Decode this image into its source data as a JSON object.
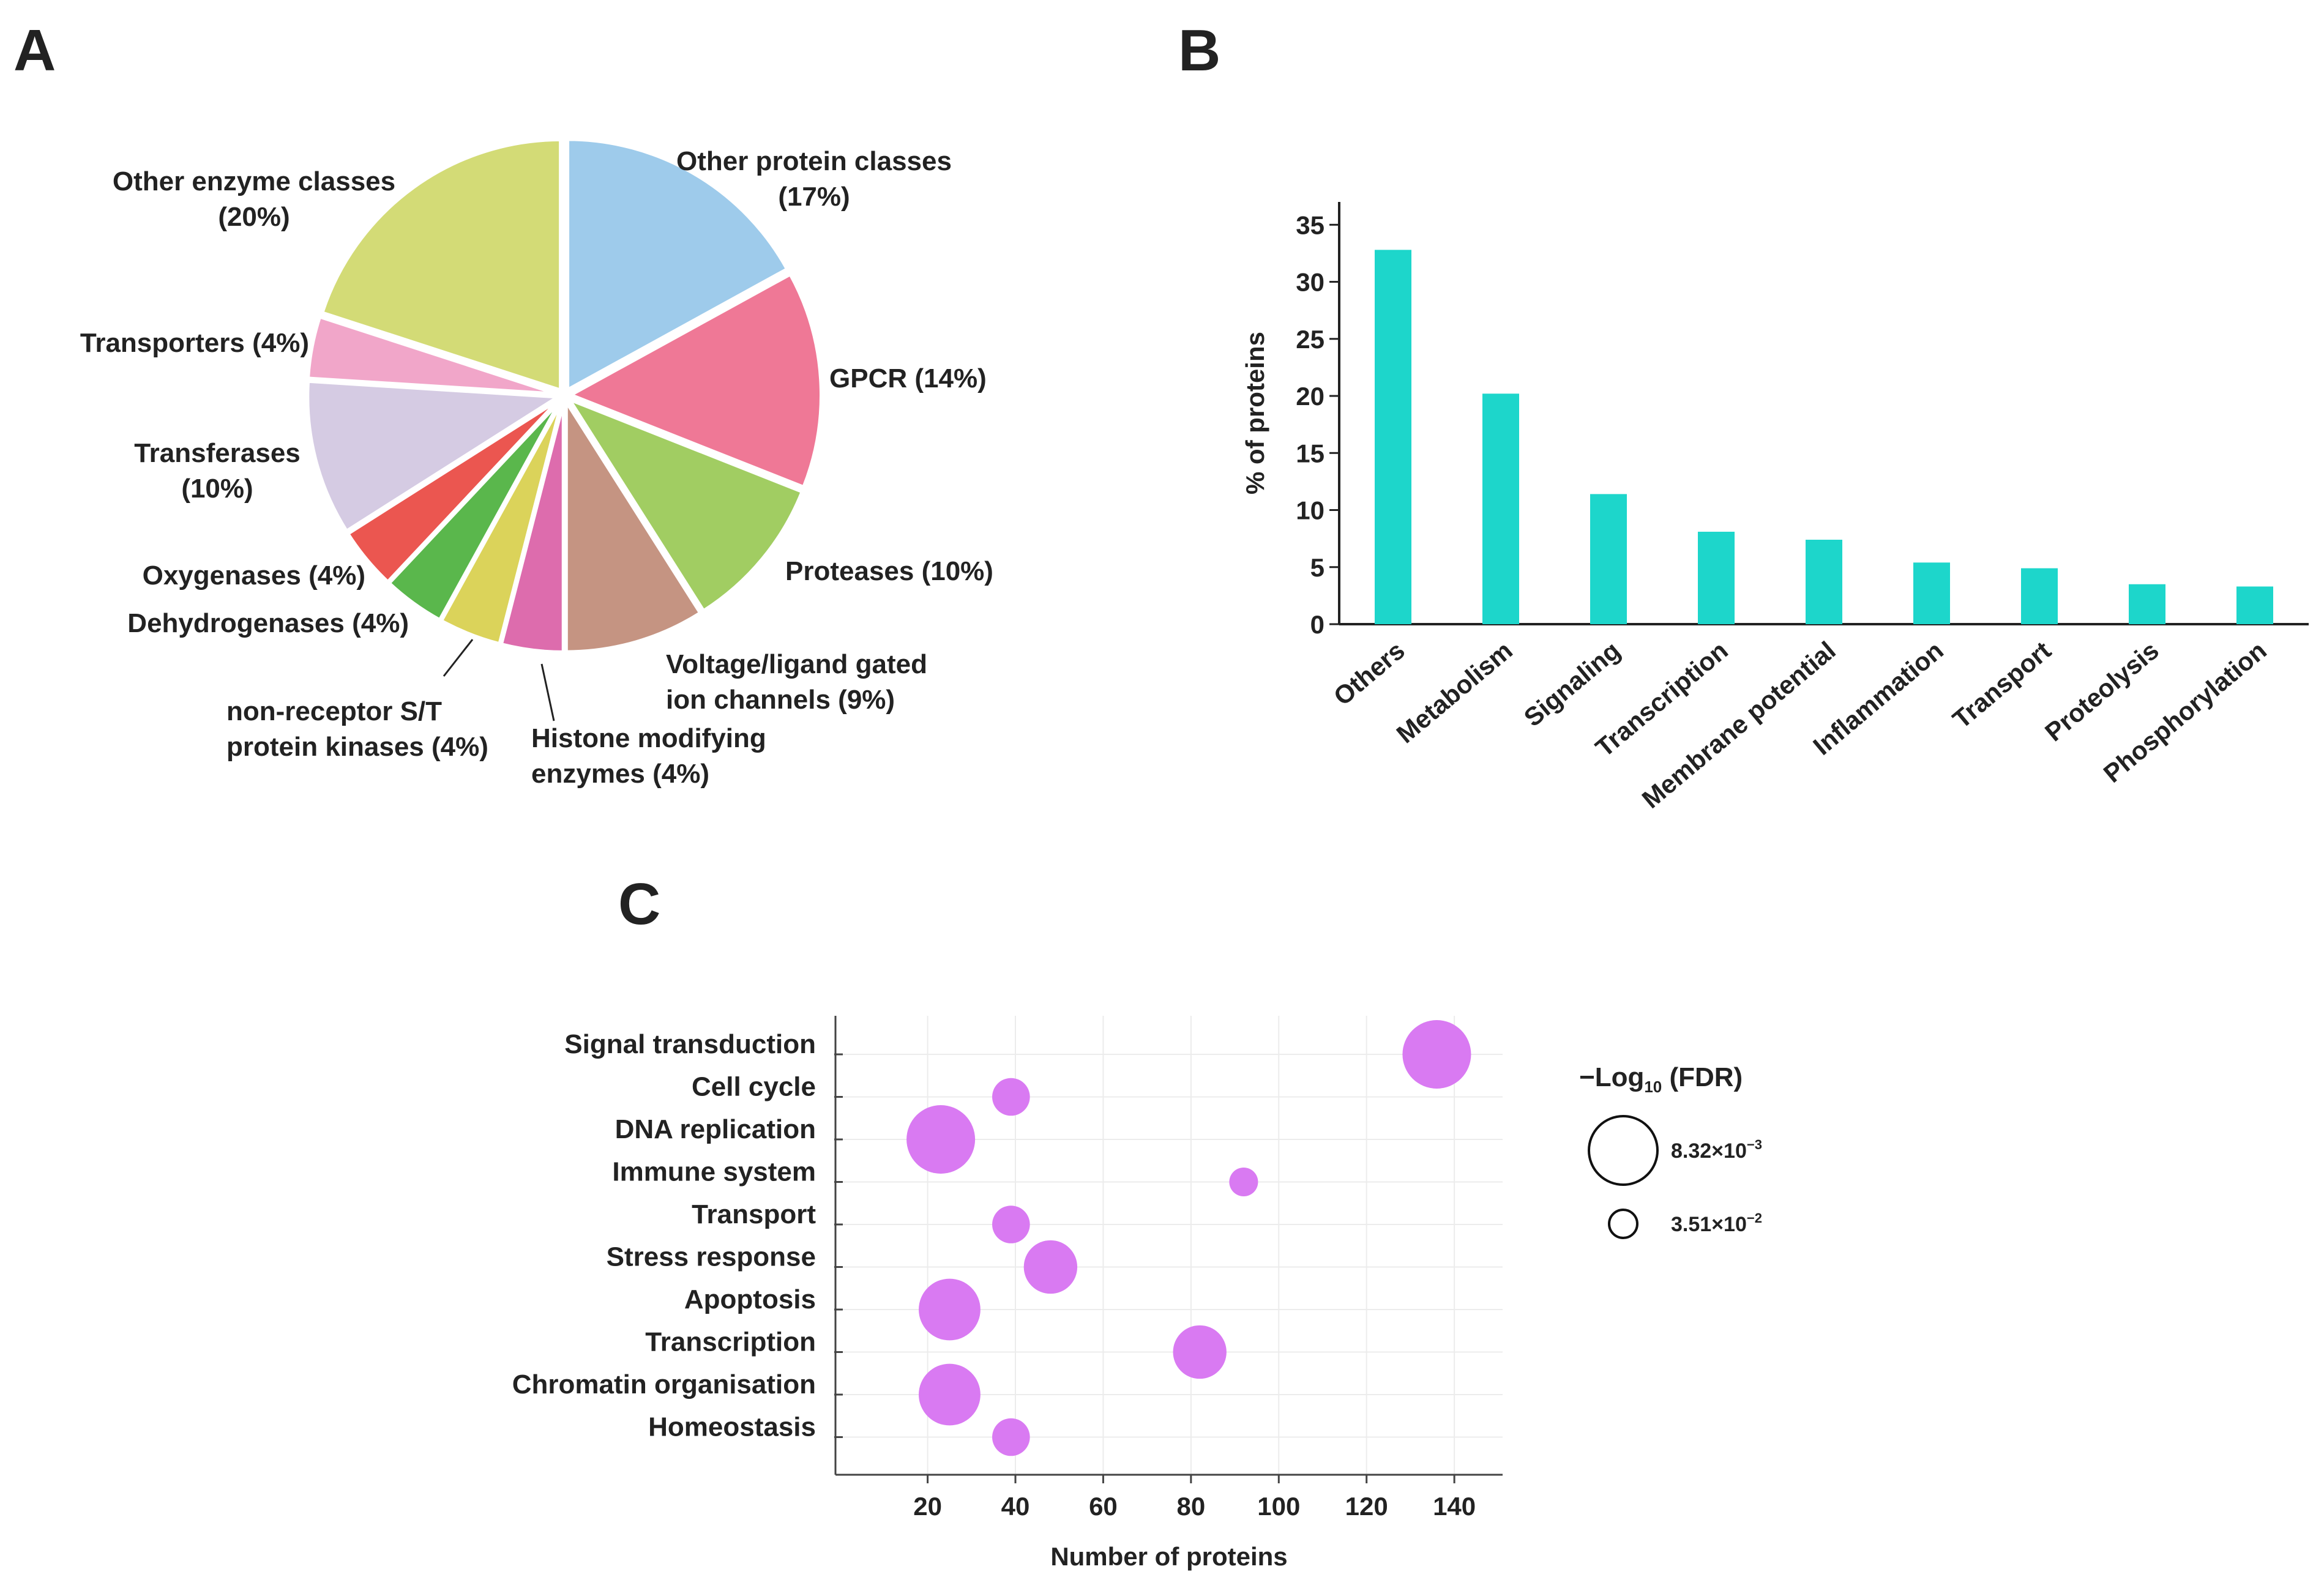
{
  "panels": {
    "a": "A",
    "b": "B",
    "c": "C"
  },
  "chart_data": [
    {
      "type": "pie",
      "labels": [
        "Other protein classes",
        "GPCR",
        "Proteases",
        "Voltage/ligand gated ion channels",
        "Histone modifying enzymes",
        "non-receptor S/T protein kinases",
        "Dehydrogenases",
        "Oxygenases",
        "Transferases",
        "Transporters",
        "Other enzyme classes"
      ],
      "values": [
        17,
        14,
        10,
        9,
        4,
        4,
        4,
        4,
        10,
        4,
        20
      ],
      "colors": [
        "#9ecbeb",
        "#ef7896",
        "#a1cd62",
        "#c59482",
        "#dd6cad",
        "#dbd35a",
        "#5ab74c",
        "#eb5650",
        "#d5cbe3",
        "#f1a6c9",
        "#d3db76"
      ],
      "label_text": [
        [
          "Other protein classes",
          "(17%)"
        ],
        [
          "GPCR (14%)"
        ],
        [
          "Proteases (10%)"
        ],
        [
          "Voltage/ligand gated",
          "ion channels (9%)"
        ],
        [
          "Histone modifying",
          "enzymes (4%)"
        ],
        [
          "non-receptor S/T",
          "protein kinases (4%)"
        ],
        [
          "Dehydrogenases (4%)"
        ],
        [
          "Oxygenases (4%)"
        ],
        [
          "Transferases",
          "(10%)"
        ],
        [
          "Transporters (4%)"
        ],
        [
          "Other enzyme classes",
          "(20%)"
        ]
      ]
    },
    {
      "type": "bar",
      "categories": [
        "Others",
        "Metabolism",
        "Signaling",
        "Transcription",
        "Membrane potential",
        "Inflammation",
        "Transport",
        "Proteolysis",
        "Phosphorylation"
      ],
      "values": [
        32.8,
        20.2,
        11.4,
        8.1,
        7.4,
        5.4,
        4.9,
        3.5,
        3.3
      ],
      "ylabel": "% of proteins",
      "ylim": [
        0,
        37
      ],
      "yticks": [
        0,
        5,
        10,
        15,
        20,
        25,
        30,
        35
      ],
      "color": "#1dd6cb"
    },
    {
      "type": "scatter",
      "categories": [
        "Signal transduction",
        "Cell cycle",
        "DNA replication",
        "Immune system",
        "Transport",
        "Stress response",
        "Apoptosis",
        "Transcription",
        "Chromatin organisation",
        "Homeostasis"
      ],
      "x": [
        136,
        39,
        23,
        92,
        39,
        48,
        25,
        82,
        25,
        39
      ],
      "size_rel": [
        1.0,
        0.55,
        1.0,
        0.42,
        0.55,
        0.78,
        0.9,
        0.78,
        0.9,
        0.55
      ],
      "xlabel": "Number of proteins",
      "xlim": [
        -1,
        151
      ],
      "xticks": [
        20,
        40,
        60,
        80,
        100,
        120,
        140
      ],
      "color": "#d97af2",
      "grid": true,
      "legend": {
        "title_main": "−Log",
        "title_sub": "10",
        "title_tail": " (FDR)",
        "entries": [
          {
            "mant": "8.32×10",
            "exp": "−3"
          },
          {
            "mant": "3.51×10",
            "exp": "−2"
          }
        ],
        "placement": "right"
      }
    }
  ]
}
